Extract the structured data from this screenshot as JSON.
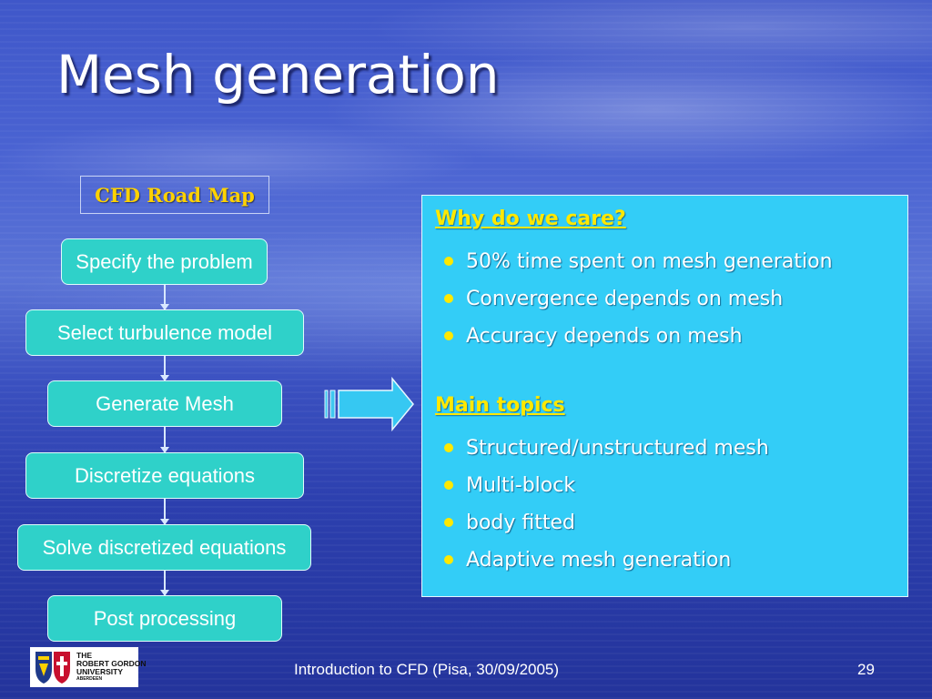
{
  "slide": {
    "title": "Mesh generation",
    "footer": "Introduction to CFD (Pisa, 30/09/2005)",
    "page_number": "29"
  },
  "roadmap": {
    "label": "CFD Road Map",
    "steps": [
      "Specify the problem",
      "Select turbulence model",
      "Generate Mesh",
      "Discretize equations",
      "Solve discretized equations",
      "Post processing"
    ]
  },
  "panel": {
    "why_heading": "Why do we care?",
    "why_items": [
      "50% time spent on mesh generation",
      "Convergence depends on mesh",
      "Accuracy depends on mesh"
    ],
    "topics_heading": "Main topics",
    "topics_items": [
      "Structured/unstructured mesh",
      "Multi-block",
      "body fitted",
      "Adaptive mesh generation"
    ]
  },
  "logo": {
    "line1": "THE",
    "line2": "ROBERT GORDON",
    "line3": "UNIVERSITY",
    "line4": "ABERDEEN"
  },
  "colors": {
    "step_fill": "#2fd1c9",
    "panel_fill": "#33cdf7",
    "accent_yellow": "#ffe800"
  }
}
